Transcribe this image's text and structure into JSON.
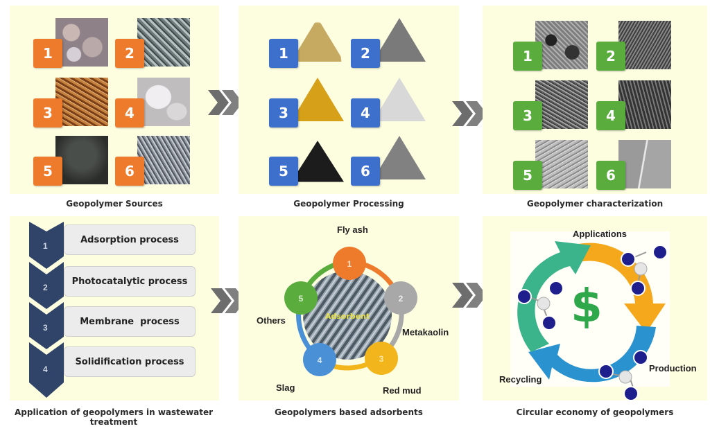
{
  "colors": {
    "panel_bg": "#fdfde0",
    "sources_badge": "#ee7a2c",
    "processing_badge": "#3d6fcc",
    "characterization_badge": "#5aad3d",
    "chevron": "#6d6d6d",
    "step_chevron": "#2f4468",
    "step_box": "#ececec"
  },
  "panels": {
    "sources": {
      "caption": "Geopolymer Sources",
      "items": [
        {
          "number": "1",
          "material": "pebbles"
        },
        {
          "number": "2",
          "material": "gravel"
        },
        {
          "number": "3",
          "material": "red-brown granules"
        },
        {
          "number": "4",
          "material": "white stones"
        },
        {
          "number": "5",
          "material": "dark rock"
        },
        {
          "number": "6",
          "material": "grey granules"
        }
      ]
    },
    "processing": {
      "caption": "Geopolymer Processing",
      "items": [
        {
          "number": "1",
          "material": "tan powder"
        },
        {
          "number": "2",
          "material": "grey powder"
        },
        {
          "number": "3",
          "material": "yellow powder"
        },
        {
          "number": "4",
          "material": "white powder"
        },
        {
          "number": "5",
          "material": "black powder"
        },
        {
          "number": "6",
          "material": "grey powder"
        }
      ]
    },
    "characterization": {
      "caption": "Geopolymer characterization",
      "items": [
        {
          "number": "1",
          "material": "SEM micrograph"
        },
        {
          "number": "2",
          "material": "SEM micrograph"
        },
        {
          "number": "3",
          "material": "SEM micrograph"
        },
        {
          "number": "4",
          "material": "SEM micrograph"
        },
        {
          "number": "5",
          "material": "SEM micrograph"
        },
        {
          "number": "6",
          "material": "SEM micrograph"
        }
      ]
    },
    "wastewater": {
      "caption": "Application of geopolymers in wastewater treatment",
      "steps": [
        {
          "number": "1",
          "label": "Adsorption process"
        },
        {
          "number": "2",
          "label": "Photocatalytic process"
        },
        {
          "number": "3",
          "label": "Membrane  process"
        },
        {
          "number": "4",
          "label": "Solidification process"
        }
      ]
    },
    "adsorbents": {
      "caption": "Geopolymers based adsorbents",
      "center_label": "Adsorbent",
      "nodes": [
        {
          "number": "1",
          "label": "Fly ash",
          "color": "#ee7a2c"
        },
        {
          "number": "2",
          "label": "Metakaolin",
          "color": "#a8a8a8"
        },
        {
          "number": "3",
          "label": "Red mud",
          "color": "#f2b51c"
        },
        {
          "number": "4",
          "label": "Slag",
          "color": "#4a90d6"
        },
        {
          "number": "5",
          "label": "Others",
          "color": "#5aad3d"
        }
      ]
    },
    "circular": {
      "caption": "Circular economy of geopolymers",
      "center_symbol": "$",
      "stages": [
        {
          "label": "Applications",
          "color": "#f5a81c"
        },
        {
          "label": "Production",
          "color": "#2a93cf"
        },
        {
          "label": "Recycling",
          "color": "#3bb48c"
        }
      ]
    }
  }
}
